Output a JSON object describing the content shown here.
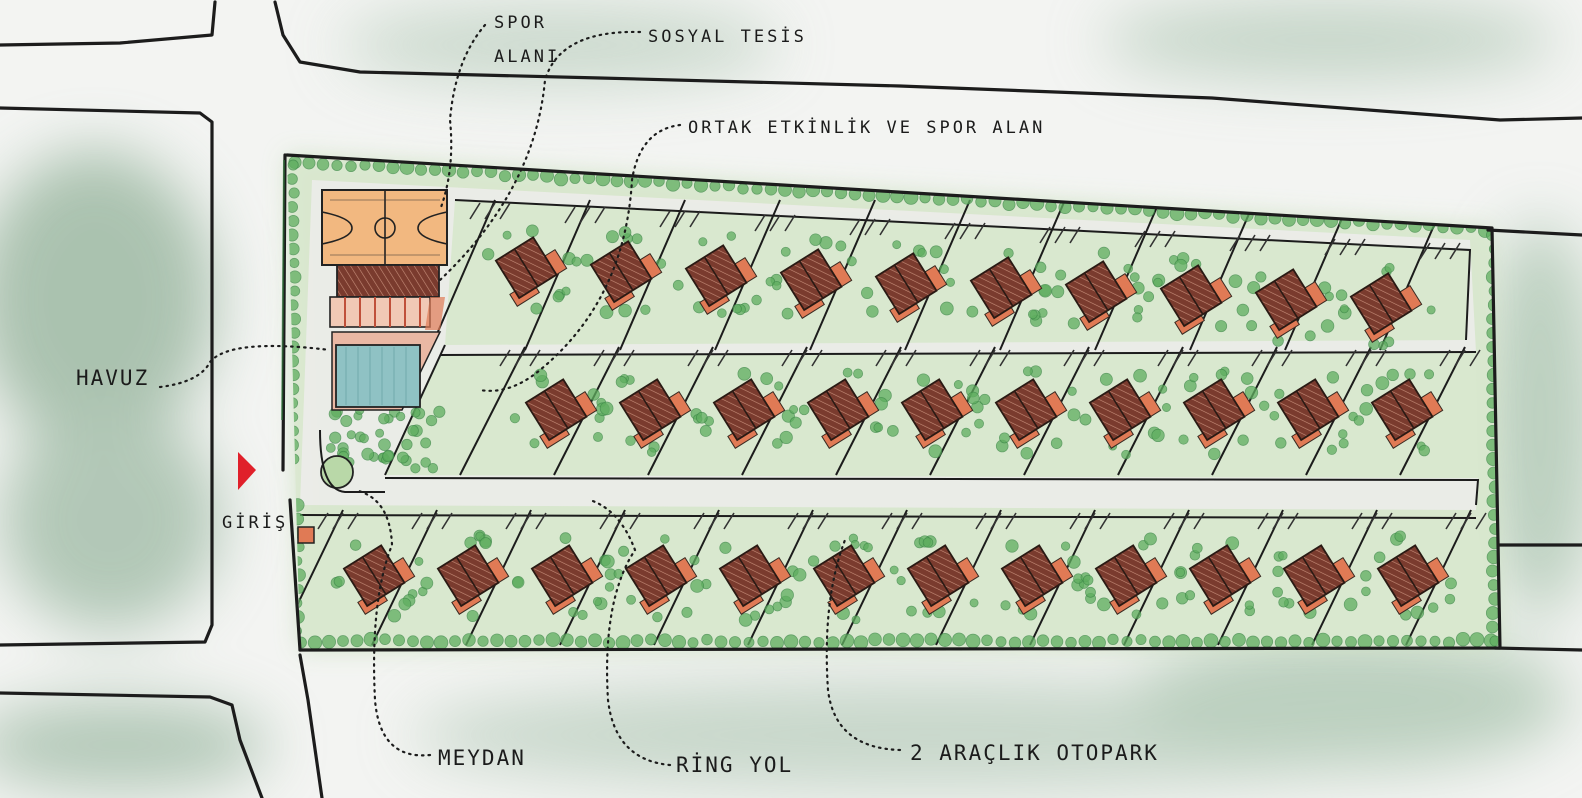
{
  "labels": {
    "spor_alani_line1": "SPOR",
    "spor_alani_line2": "ALANI",
    "sosyal_tesis": "SOSYAL TESİS",
    "ortak_etkinlik": "ORTAK ETKİNLİK VE SPOR ALAN",
    "havuz": "HAVUZ",
    "giris": "GİRİŞ",
    "meydan": "MEYDAN",
    "ring_yol": "RİNG YOL",
    "otopark": "2 ARAÇLIK OTOPARK"
  },
  "colors": {
    "paper": "#f3f4f2",
    "terrain_green": "#8fb396",
    "lawn": "#d9e8cf",
    "tree": "#5fae5f",
    "roof": "#7a3b2e",
    "terrace": "#e07a55",
    "court": "#f2b880",
    "pool": "#8fc2c4",
    "entry_arrow": "#e0202a"
  },
  "site_plan": {
    "top_row_houses": 10,
    "middle_row_houses": 10,
    "bottom_row_houses": 12
  }
}
